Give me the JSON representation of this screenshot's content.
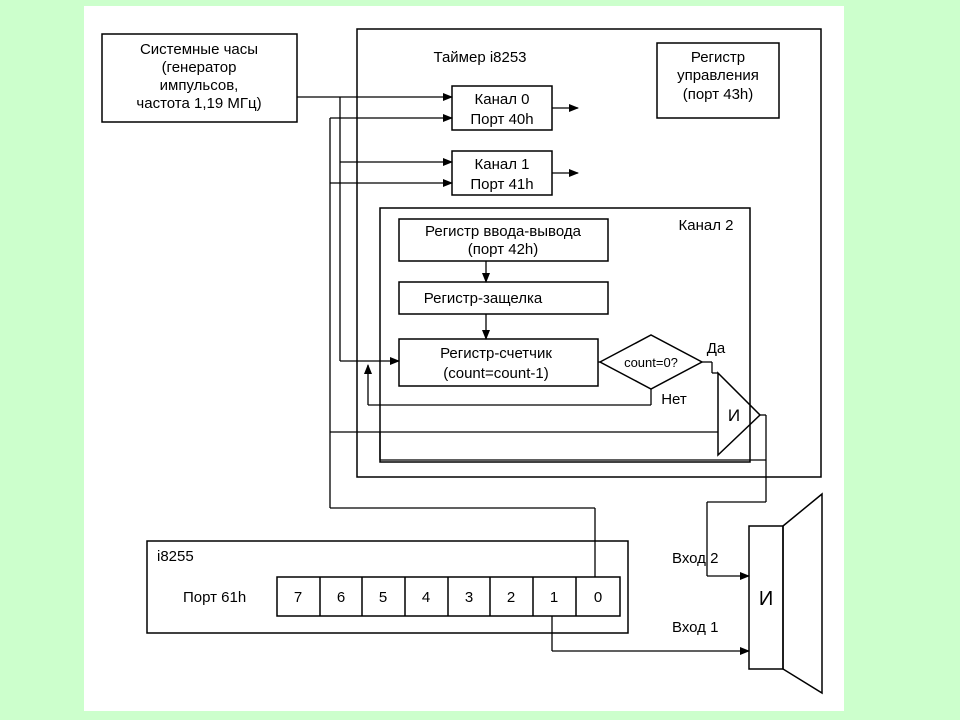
{
  "colors": {
    "background": "#ccffcc",
    "paper": "#ffffff",
    "ink": "#000000"
  },
  "system_clock": {
    "line1": "Системные часы",
    "line2": "(генератор",
    "line3": "импульсов,",
    "line4": "частота 1,19 МГц)"
  },
  "timer": {
    "title": "Таймер i8253",
    "control_register": {
      "line1": "Регистр",
      "line2": "управления",
      "line3": "(порт 43h)"
    },
    "channel0": {
      "line1": "Канал 0",
      "line2": "Порт 40h"
    },
    "channel1": {
      "line1": "Канал 1",
      "line2": "Порт 41h"
    },
    "channel2": {
      "title": "Канал 2",
      "io_register": {
        "line1": "Регистр ввода-вывода",
        "line2": "(порт 42h)"
      },
      "latch_register": "Регистр-защелка",
      "counter_register": {
        "line1": "Регистр-счетчик",
        "line2": "(count=count-1)"
      },
      "condition": "count=0?",
      "yes": "Да",
      "no": "Нет",
      "and_gate": "И"
    }
  },
  "ppi": {
    "title": "i8255",
    "port_label": "Порт 61h",
    "bits": [
      "7",
      "6",
      "5",
      "4",
      "3",
      "2",
      "1",
      "0"
    ]
  },
  "speaker": {
    "gate_label": "И",
    "input2": "Вход 2",
    "input1": "Вход 1"
  }
}
